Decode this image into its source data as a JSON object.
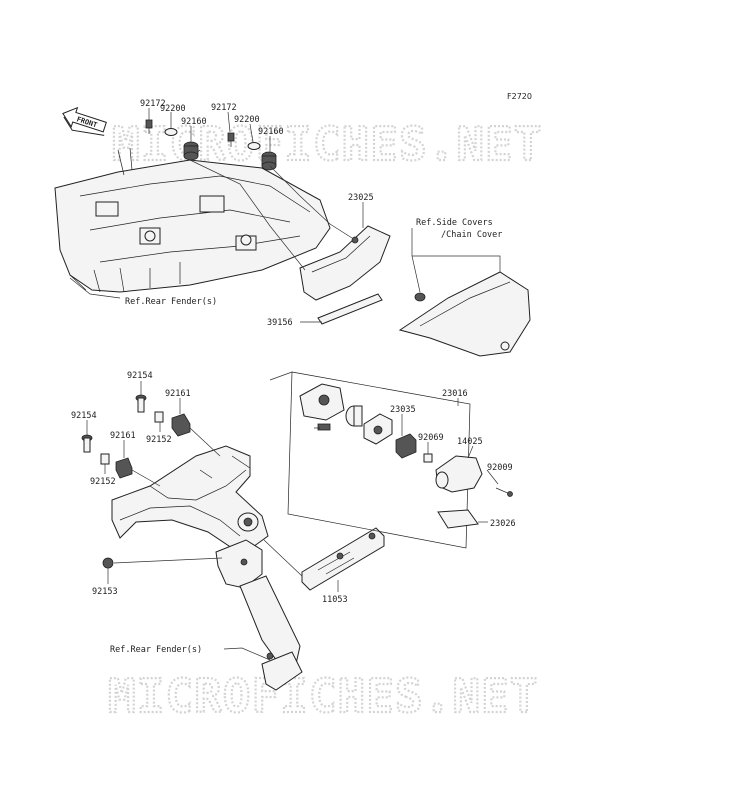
{
  "figure_code": "F2720",
  "front_arrow": "FRONT",
  "watermark": "MICROFICHES.NET",
  "ref_labels": {
    "rear_fender_top": "Ref.Rear Fender(s)",
    "rear_fender_bottom": "Ref.Rear Fender(s)",
    "side_covers_1": "Ref.Side Covers",
    "side_covers_2": "/Chain Cover"
  },
  "parts": {
    "p92172a": "92172",
    "p92200a": "92200",
    "p92160a": "92160",
    "p92172b": "92172",
    "p92200b": "92200",
    "p92160b": "92160",
    "p23025": "23025",
    "p39156": "39156",
    "p92154a": "92154",
    "p92161a": "92161",
    "p92154b": "92154",
    "p92161b": "92161",
    "p92152a": "92152",
    "p92152b": "92152",
    "p92153": "92153",
    "p11053": "11053",
    "p23016": "23016",
    "p23035": "23035",
    "p92069": "92069",
    "p14025": "14025",
    "p92009": "92009",
    "p23026": "23026"
  }
}
